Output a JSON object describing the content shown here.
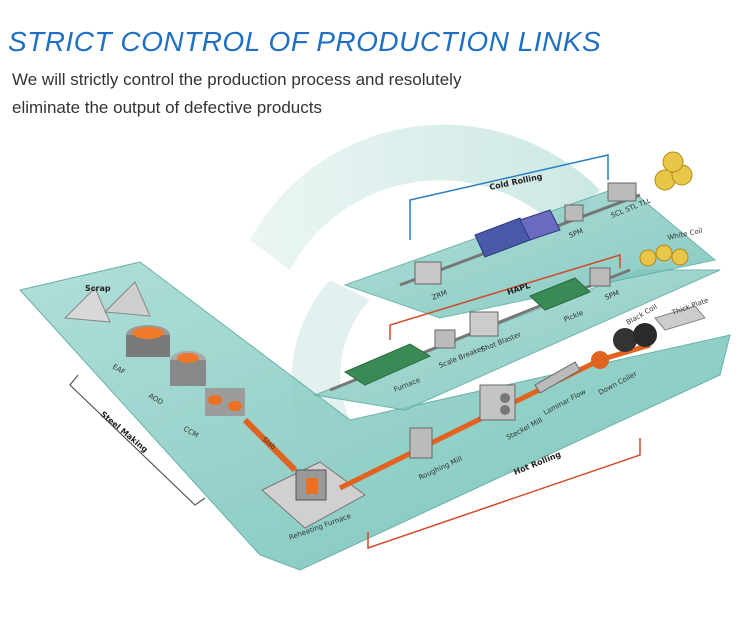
{
  "header": {
    "title": "STRICT CONTROL OF PRODUCTION LINKS",
    "subtitle_line1": "We will strictly control the production process and resolutely",
    "subtitle_line2": "eliminate the output of defective products"
  },
  "diagram": {
    "sections": {
      "cold_rolling": "Cold Rolling",
      "hapl": "HAPL",
      "hot_rolling": "Hot Rolling",
      "steel_making": "Steel Making"
    },
    "labels": {
      "scrap": "Scrap",
      "eaf": "EAF",
      "aod": "AOD",
      "ccm": "CCM",
      "slab": "Slab",
      "reheating_furnace": "Reheating Furnace",
      "roughing_mill": "Roughing Mill",
      "steckel_mill": "Steckel Mill",
      "laminar_flow": "Laminar Flow",
      "down_coiler": "Down Coiler",
      "black_coil": "Black Coil",
      "thick_plate": "Thick Plate",
      "furnace": "Furnace",
      "scale_breaker": "Scale Breaker",
      "shot_blaster": "Shot Blaster",
      "pickle": "Pickle",
      "spm_hapl": "SPM",
      "white_coil": "White Coil",
      "zrm": "ZRM",
      "spm_cold": "SPM",
      "scl_stl_tll": "SCL  STL  TLL"
    },
    "colors": {
      "platform": "#8fd0c8",
      "platform_edge": "#6bb8ae",
      "conveyor": "#e2621f",
      "title_blue": "#1f6fc4",
      "bracket_blue": "#2a7fc0",
      "bracket_red": "#d24a2a"
    }
  }
}
